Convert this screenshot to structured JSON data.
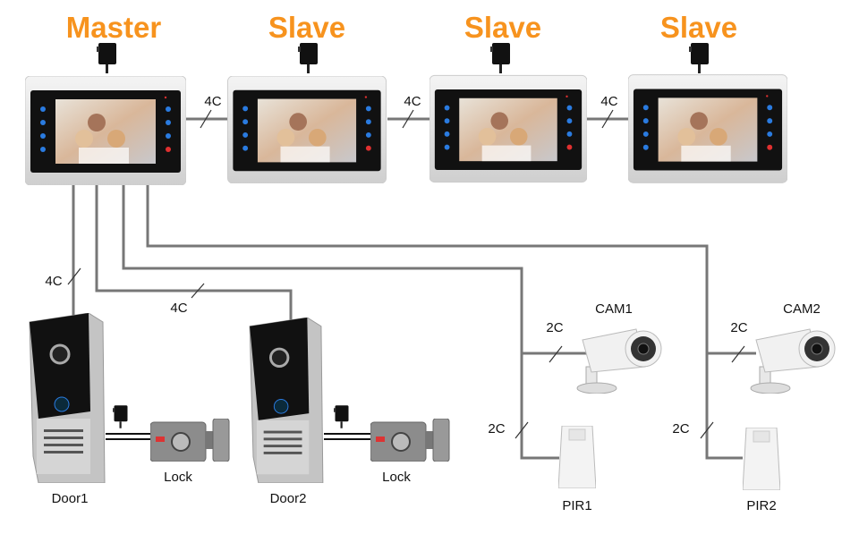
{
  "headers": {
    "master": "Master",
    "slave1": "Slave",
    "slave2": "Slave",
    "slave3": "Slave"
  },
  "bus_labels": {
    "m1_m2": "4C",
    "m2_m3": "4C",
    "m3_m4": "4C",
    "door1": "4C",
    "door2": "4C"
  },
  "cam_labels": {
    "cam1_wire": "2C",
    "cam2_wire": "2C",
    "pir1_wire": "2C",
    "pir2_wire": "2C"
  },
  "devices": {
    "cam1": "CAM1",
    "cam2": "CAM2",
    "pir1": "PIR1",
    "pir2": "PIR2",
    "door1": "Door1",
    "door2": "Door2",
    "lock1": "Lock",
    "lock2": "Lock"
  },
  "colors": {
    "header": "#f7931e",
    "wire": "#777777"
  }
}
